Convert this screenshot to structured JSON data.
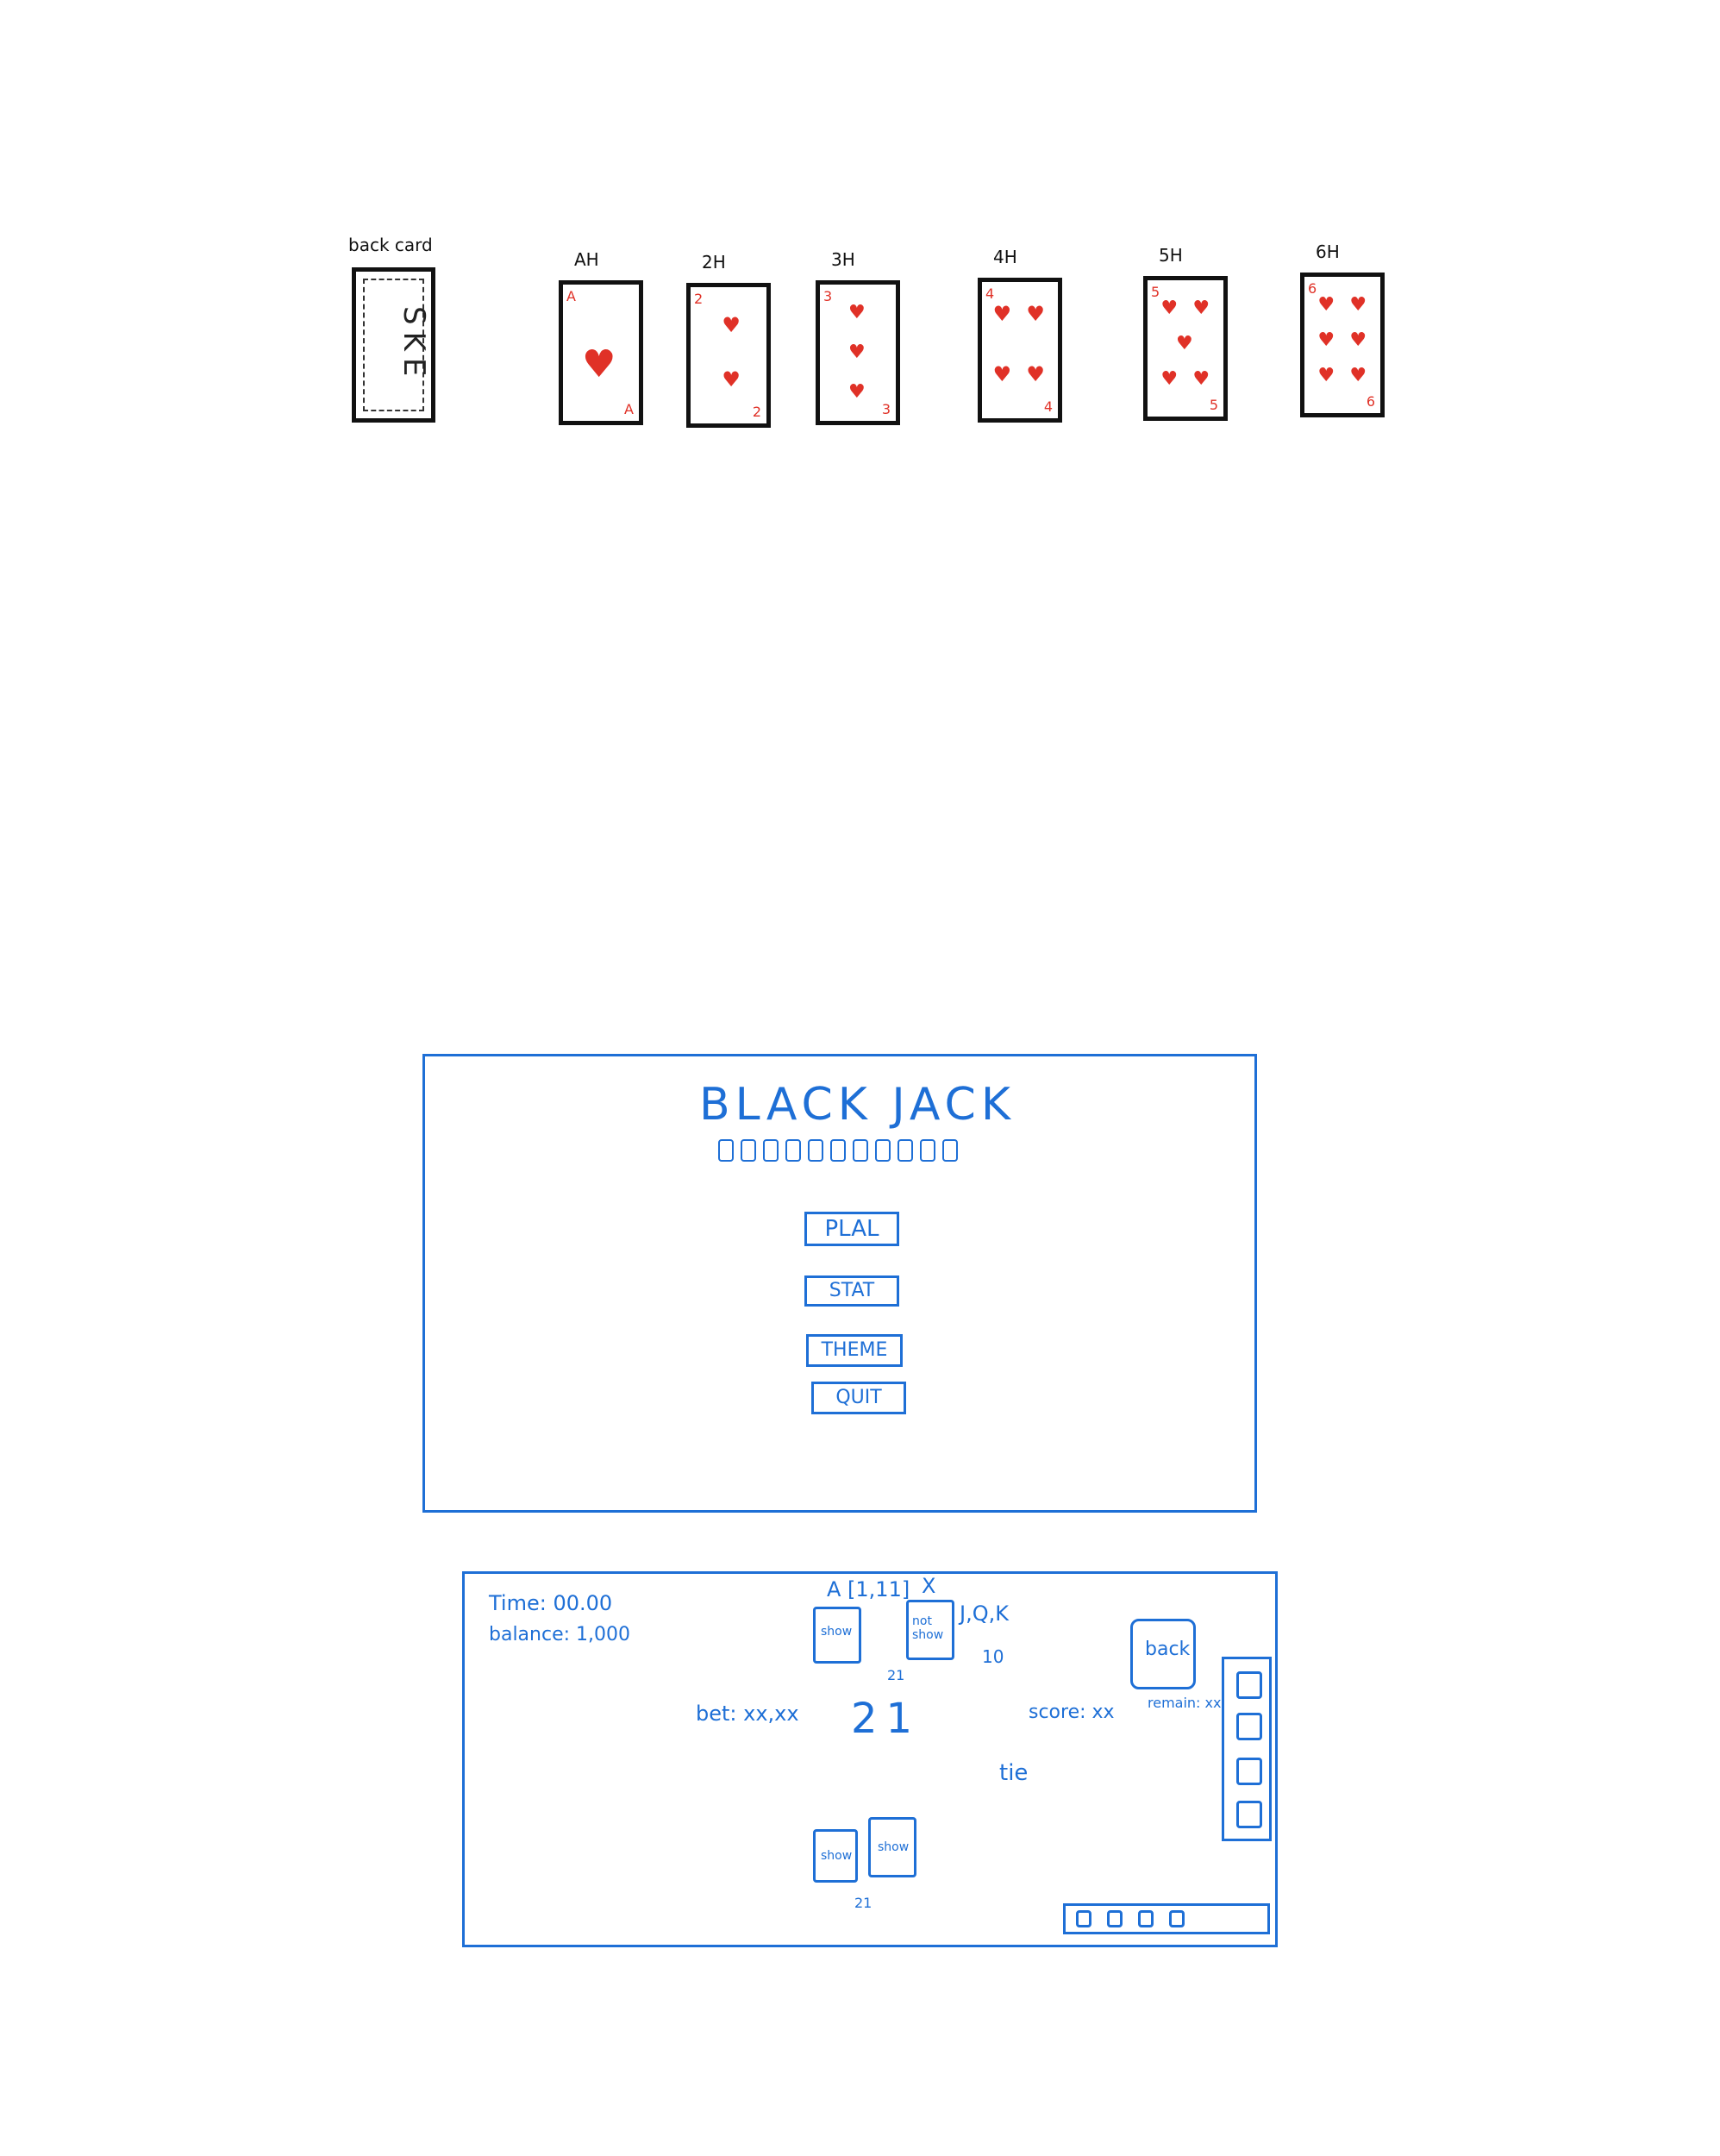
{
  "card_sketches": {
    "back": {
      "label": "back card",
      "text": "SKE"
    },
    "cards": [
      {
        "label": "AH",
        "rank": "A",
        "pips": 1
      },
      {
        "label": "2H",
        "rank": "2",
        "pips": 2
      },
      {
        "label": "3H",
        "rank": "3",
        "pips": 3
      },
      {
        "label": "4H",
        "rank": "4",
        "pips": 4
      },
      {
        "label": "5H",
        "rank": "5",
        "pips": 5
      },
      {
        "label": "6H",
        "rank": "6",
        "pips": 6
      }
    ],
    "suit_color": "#e03127"
  },
  "main_menu": {
    "title": "BLACK JACK",
    "buttons": [
      "PLAL",
      "STAT",
      "THEME",
      "QUIT"
    ],
    "frame_color": "#1e6fd6"
  },
  "game_screen": {
    "time": "Time: 00.00",
    "balance": "balance: 1,000",
    "ace_note": "A [1,11]",
    "hidden_mark": "X",
    "face_note": "J,Q,K",
    "face_value": "10",
    "dealer_cards": [
      "show",
      "not show"
    ],
    "dealer_total": "21",
    "bet": "bet: xx,xx",
    "center_total": "21",
    "score": "score: xx",
    "deck_label": "back",
    "remain": "remain: xx",
    "result": "tie",
    "player_cards": [
      "show",
      "show"
    ],
    "player_total": "21"
  }
}
